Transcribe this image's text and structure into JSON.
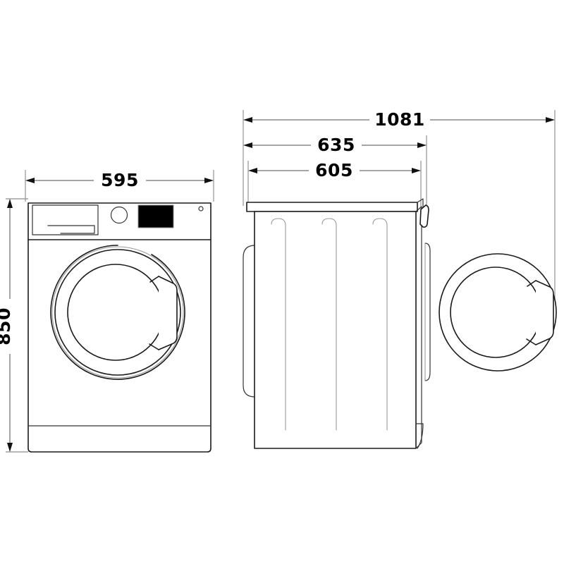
{
  "drawing": {
    "title": "Washing machine dimension drawing",
    "units": "mm",
    "background_color": "#ffffff",
    "line_color": "#1a1a1a",
    "accent_color": "#000000",
    "dimensions": {
      "front_width": "595",
      "front_height": "850",
      "depth_with_door_open": "1081",
      "depth_with_door_closed": "635",
      "body_depth": "605"
    },
    "views": {
      "front": {
        "name": "front-view",
        "label_width": "595",
        "label_height": "850",
        "parts": {
          "detergent_drawer": "detergent-drawer",
          "program_knob": "program-knob",
          "display": "display-panel",
          "indicator": "indicator-light",
          "door": "porthole-door",
          "door_handle": "door-handle",
          "plinth": "bottom-plinth"
        }
      },
      "side": {
        "name": "side-view",
        "label_depth_total": "1081",
        "label_depth_door": "635",
        "label_depth_body": "605",
        "parts": {
          "worktop": "worktop",
          "rear_panel": "rear-panel",
          "ribs": "side-ribs",
          "hinge": "door-hinge",
          "open_door": "open-door",
          "open_door_handle": "open-door-handle"
        }
      }
    }
  }
}
